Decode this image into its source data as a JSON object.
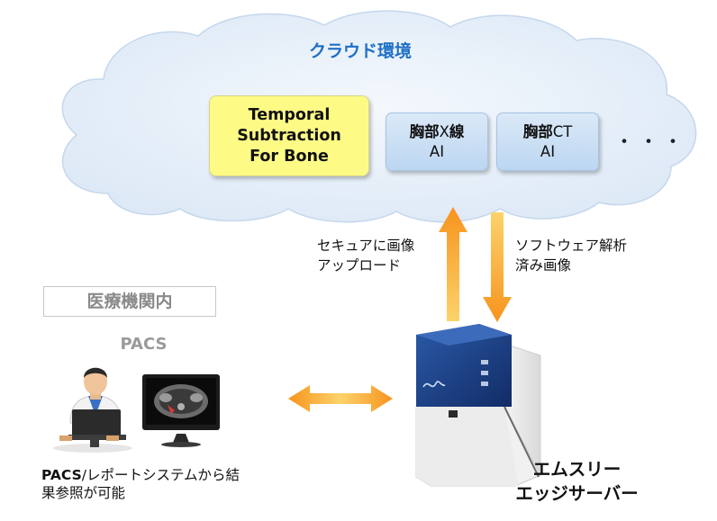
{
  "cloud": {
    "title": "クラウド環境",
    "services": [
      {
        "label": "Temporal\nSubtraction\nFor Bone"
      },
      {
        "label_bold": "胸部",
        "label_bold_latin": "X",
        "label_bold_rest": "線",
        "label_sub": "AI"
      },
      {
        "label_bold": "胸部",
        "label_bold_latin": "CT",
        "label_bold_rest": "",
        "label_sub": "AI"
      }
    ],
    "ellipsis": "・・・"
  },
  "arrows": {
    "upload_label": "セキュアに画像\nアップロード",
    "download_label": "ソフトウェア解析\n済み画像"
  },
  "hospital": {
    "title": "医療機関内",
    "pacs": {
      "title": "PACS",
      "caption_prefix": "PACS",
      "caption_rest": "/レポートシステムから結\n果参照が可能"
    },
    "server": {
      "label": "エムスリー\nエッジサーバー"
    }
  },
  "colors": {
    "cloud_fill": "#e8f1fb",
    "title_blue": "#1f6fc5",
    "highlight_yellow": "#fdfb86",
    "arrow_orange": "#f6a21a",
    "server_blue": "#1a3f86"
  }
}
